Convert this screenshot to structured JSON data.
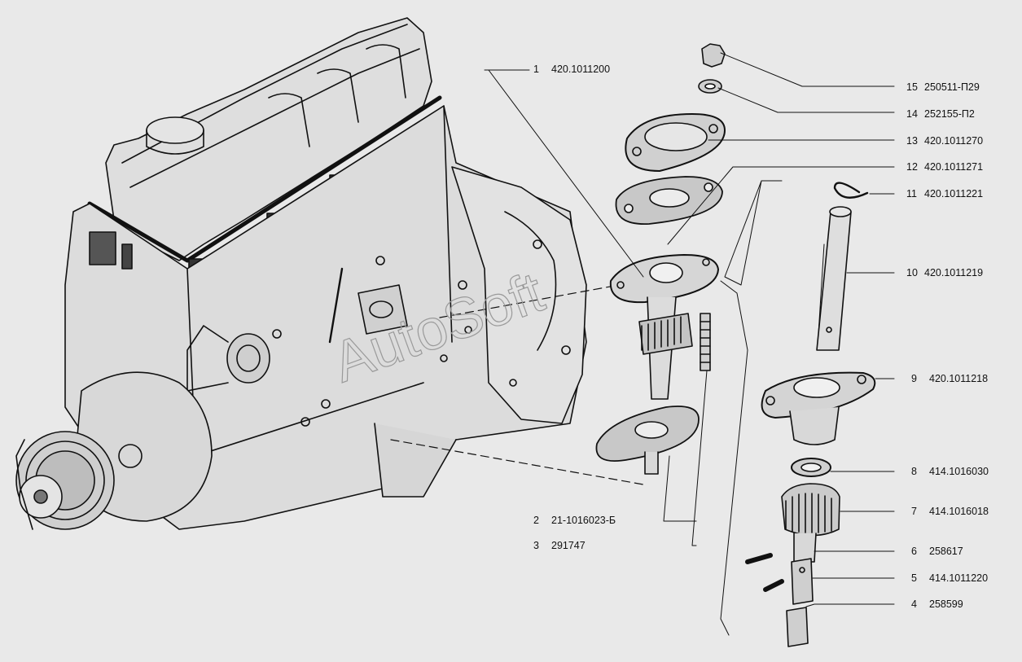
{
  "watermark": "AutoSoft",
  "colors": {
    "background": "#e9e9e9",
    "ink": "#111111",
    "fill": "#d8d8d8"
  },
  "callouts": [
    {
      "num": "1",
      "code": "420.1011200"
    },
    {
      "num": "2",
      "code": "21-1016023-Б"
    },
    {
      "num": "3",
      "code": "291747"
    },
    {
      "num": "15",
      "code": "250511-П29"
    },
    {
      "num": "14",
      "code": "252155-П2"
    },
    {
      "num": "13",
      "code": "420.1011270"
    },
    {
      "num": "12",
      "code": "420.1011271"
    },
    {
      "num": "11",
      "code": "420.1011221"
    },
    {
      "num": "10",
      "code": "420.1011219"
    },
    {
      "num": "9",
      "code": "420.1011218"
    },
    {
      "num": "8",
      "code": "414.1016030"
    },
    {
      "num": "7",
      "code": "414.1016018"
    },
    {
      "num": "6",
      "code": "258617"
    },
    {
      "num": "5",
      "code": "414.1011220"
    },
    {
      "num": "4",
      "code": "258599"
    }
  ]
}
